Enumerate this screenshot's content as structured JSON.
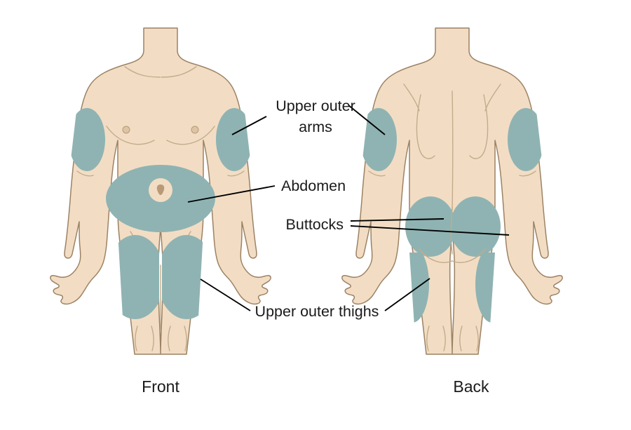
{
  "figure": {
    "title": "Injection sites body diagram",
    "background_color": "#ffffff",
    "skin_color": "#f2ddc4",
    "skin_outline_color": "#9c8264",
    "site_color": "#8fb3b2",
    "anatomy_line_color": "#c3ab8c",
    "leader_line_color": "#000000",
    "text_color": "#1a1a1a"
  },
  "captions": {
    "front": "Front",
    "back": "Back"
  },
  "labels": {
    "arms_line1": "Upper outer",
    "arms_line2": "arms",
    "abdomen": "Abdomen",
    "buttocks": "Buttocks",
    "thighs": "Upper outer thighs"
  },
  "injection_sites": [
    {
      "name": "Upper outer arms",
      "views": [
        "Front",
        "Back"
      ],
      "count_per_view": 2,
      "color": "#8fb3b2"
    },
    {
      "name": "Abdomen",
      "views": [
        "Front"
      ],
      "count_per_view": 1,
      "color": "#8fb3b2"
    },
    {
      "name": "Buttocks",
      "views": [
        "Back"
      ],
      "count_per_view": 2,
      "color": "#8fb3b2"
    },
    {
      "name": "Upper outer thighs",
      "views": [
        "Front",
        "Back"
      ],
      "count_per_view": 2,
      "color": "#8fb3b2"
    }
  ]
}
